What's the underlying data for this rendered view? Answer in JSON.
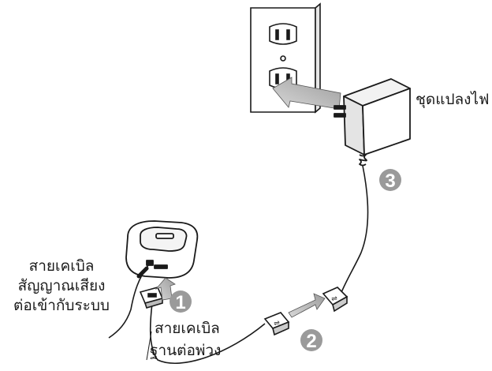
{
  "labels": {
    "power_adapter": "ชุดแปลงไฟ",
    "audio_cable": [
      "สายเคเบิล",
      "สัญญาณเสียง",
      "ต่อเข้ากับระบบ"
    ],
    "dock_cable": [
      "สายเคเบิล",
      "ฐานต่อพ่วง"
    ]
  },
  "steps": [
    "1",
    "2",
    "3"
  ],
  "colors": {
    "line": "#1a1a1a",
    "step_circle": "#9a9a9a",
    "arrow": "#b8b8b8",
    "device_shadow": "#d9d9d9"
  },
  "icons": [
    "wall-outlet-icon",
    "power-adapter-icon",
    "dock-icon",
    "usb-connector-icon",
    "arrow-icon"
  ]
}
